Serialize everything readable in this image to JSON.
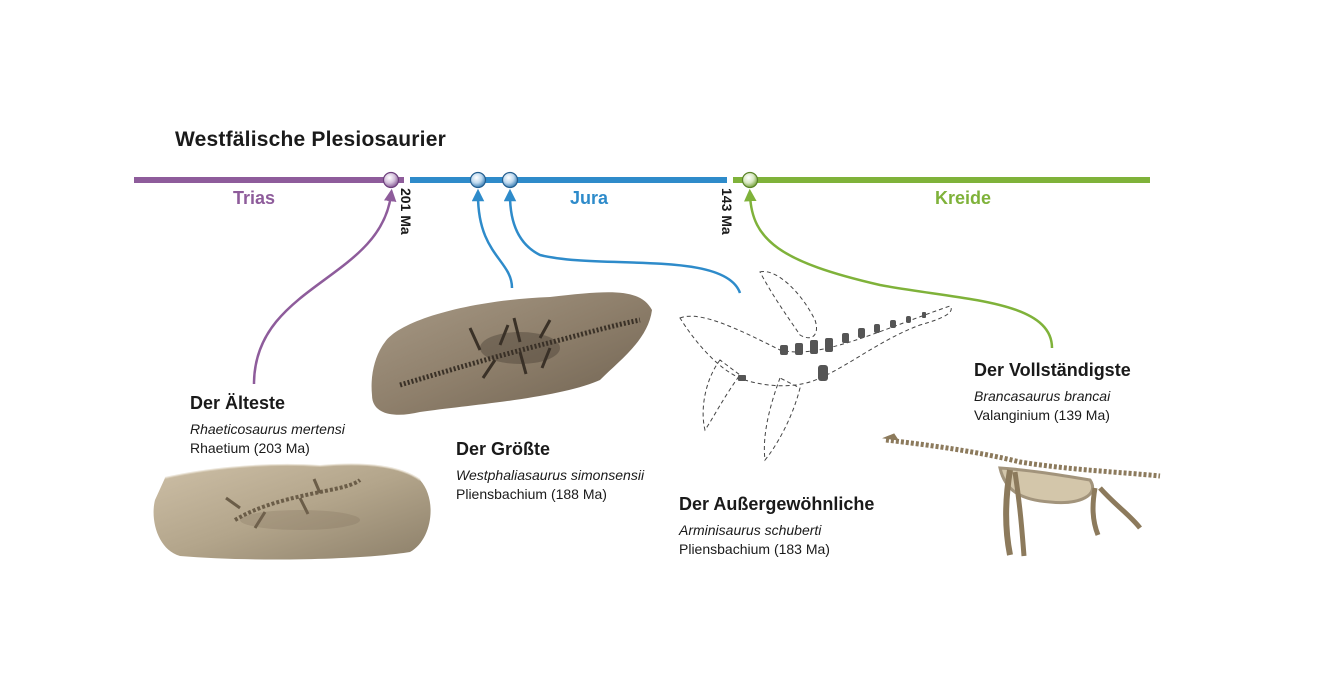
{
  "title": "Westfälische Plesiosaurier",
  "periods": [
    {
      "name": "Trias",
      "color": "#8e5c9b"
    },
    {
      "name": "Jura",
      "color": "#2e8bca"
    },
    {
      "name": "Kreide",
      "color": "#7fb23a"
    }
  ],
  "boundaries": [
    "201 Ma",
    "143 Ma"
  ],
  "specimens": [
    {
      "heading": "Der Älteste",
      "species": "Rhaeticosaurus mertensi",
      "epoch": "Rhaetium (203 Ma)",
      "color": "#8e5c9b"
    },
    {
      "heading": "Der Größte",
      "species": "Westphaliasaurus simonsensii",
      "epoch": "Pliensbachium (188 Ma)",
      "color": "#2e8bca"
    },
    {
      "heading": "Der Außergewöhnliche",
      "species": "Arminisaurus schuberti",
      "epoch": "Pliensbachium (183 Ma)",
      "color": "#2e8bca"
    },
    {
      "heading": "Der Vollständigste",
      "species": "Brancasaurus brancai",
      "epoch": "Valanginium (139 Ma)",
      "color": "#7fb23a"
    }
  ]
}
